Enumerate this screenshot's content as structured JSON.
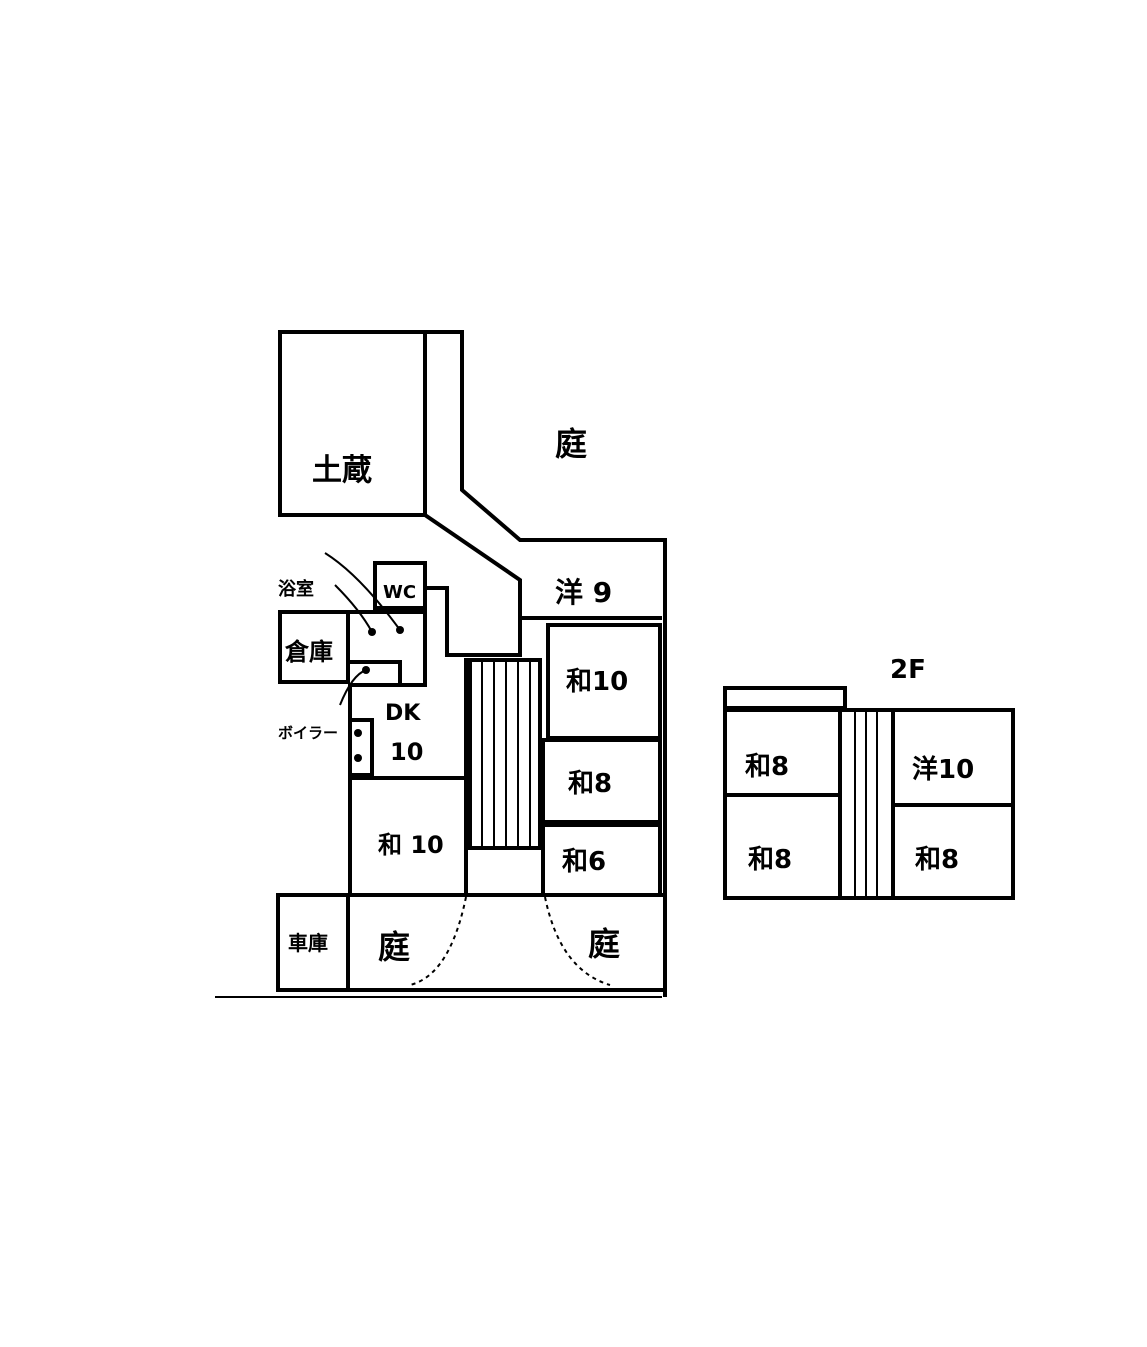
{
  "floor1": {
    "storehouse": "土蔵",
    "garden_top": "庭",
    "western9": "洋 9",
    "bath": "浴室",
    "wc": "WC",
    "storage": "倉庫",
    "boiler": "ボイラー",
    "dk_label": "DK",
    "dk_size": "10",
    "japanese10_right": "和10",
    "japanese8": "和8",
    "japanese6": "和6",
    "japanese10_left": "和 10",
    "garage": "車庫",
    "garden_bottom_left": "庭",
    "garden_bottom_right": "庭"
  },
  "floor2": {
    "title": "2F",
    "japanese8_top": "和8",
    "japanese8_bottom": "和8",
    "western10": "洋10",
    "japanese8_right": "和8"
  }
}
